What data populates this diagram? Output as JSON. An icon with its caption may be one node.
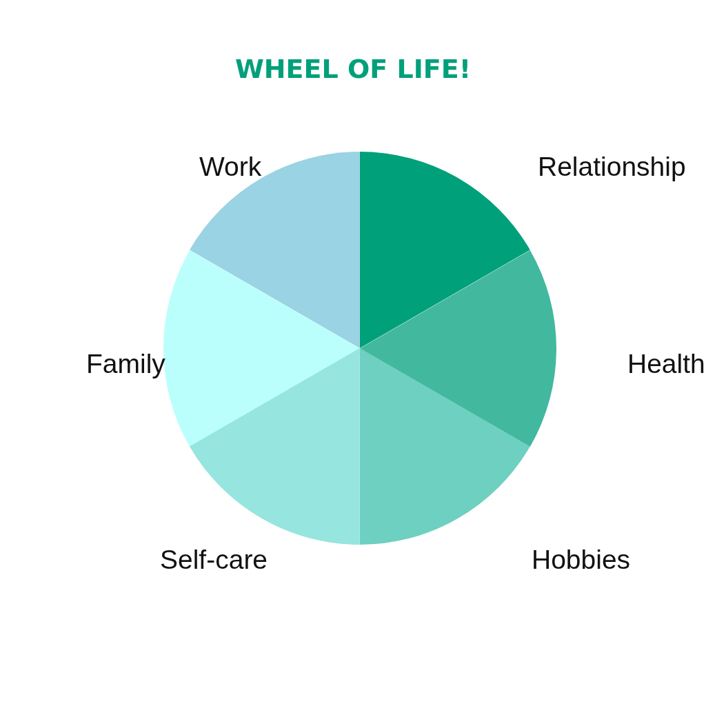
{
  "diagram": {
    "title": "WHEEL OF LIFE!",
    "nodes": [
      {
        "text": [
          "Work"
        ]
      },
      {
        "text": [
          "Relationship"
        ]
      },
      {
        "text": [
          "Family"
        ]
      },
      {
        "text": [
          "Health"
        ]
      },
      {
        "text": [
          "Self-care"
        ]
      },
      {
        "text": [
          "Hobbies"
        ]
      }
    ]
  }
}
